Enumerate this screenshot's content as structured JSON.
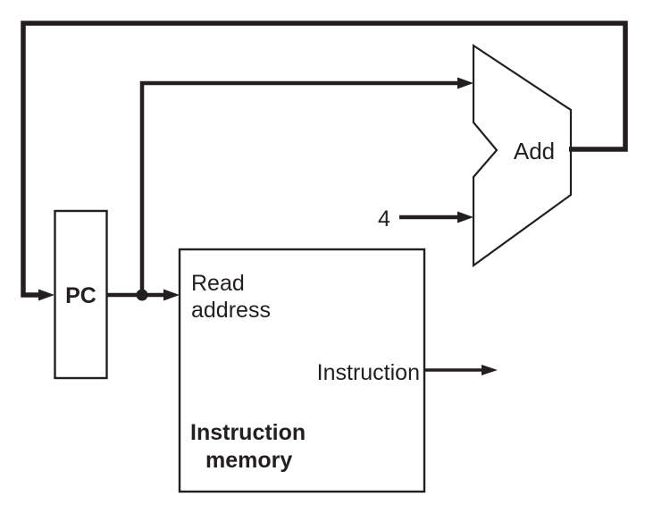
{
  "colors": {
    "ink": "#231f20",
    "background": "#ffffff"
  },
  "pc_register": {
    "label": "PC"
  },
  "instruction_memory": {
    "read_port_label": "Read\naddress",
    "output_port_label": "Instruction",
    "name_line1": "Instruction",
    "name_line2": "memory"
  },
  "adder": {
    "label": "Add",
    "increment_value": "4"
  }
}
